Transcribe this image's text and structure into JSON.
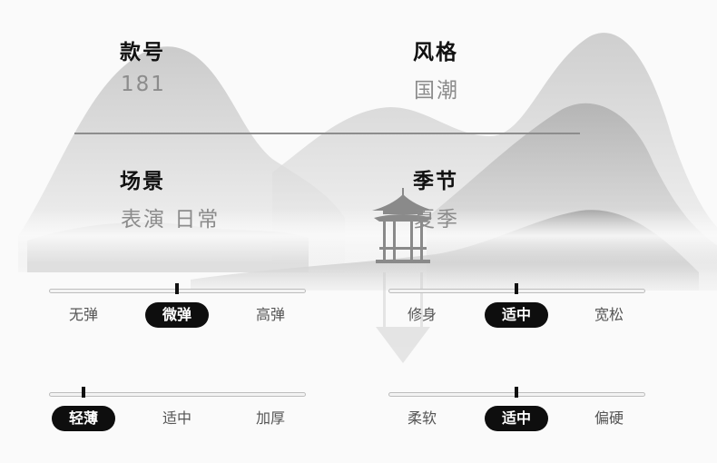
{
  "info": {
    "style_no_label": "款号",
    "style_no_value": "181",
    "style_label": "风格",
    "style_value": "国潮",
    "scene_label": "场景",
    "scene_value": "表演 日常",
    "season_label": "季节",
    "season_value": "夏季"
  },
  "sliders": {
    "elasticity": {
      "options": [
        "无弹",
        "微弹",
        "高弹"
      ],
      "selected": "微弹"
    },
    "fit": {
      "options": [
        "修身",
        "适中",
        "宽松"
      ],
      "selected": "适中"
    },
    "thickness": {
      "options": [
        "轻薄",
        "适中",
        "加厚"
      ],
      "selected": "轻薄"
    },
    "softness": {
      "options": [
        "柔软",
        "适中",
        "偏硬"
      ],
      "selected": "适中"
    }
  },
  "colors": {
    "selected_bg": "#0e0e0e",
    "selected_text": "#ffffff",
    "label": "#111111",
    "value": "#8c8c8c"
  }
}
